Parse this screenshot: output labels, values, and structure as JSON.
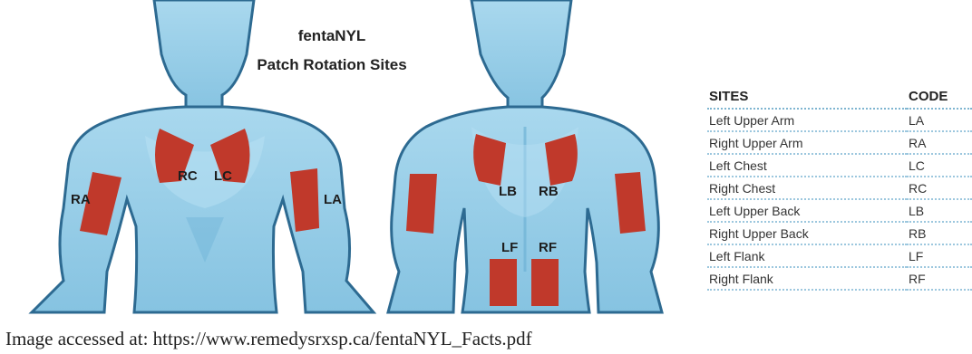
{
  "title": {
    "line1": "fentaNYL",
    "line2": "Patch Rotation Sites"
  },
  "front_labels": {
    "ra": "RA",
    "rc": "RC",
    "lc": "LC",
    "la": "LA"
  },
  "back_labels": {
    "lb": "LB",
    "rb": "RB",
    "lf": "LF",
    "rf": "RF"
  },
  "table": {
    "header_sites": "SITES",
    "header_code": "CODE",
    "rows": [
      {
        "site": "Left Upper Arm",
        "code": "LA"
      },
      {
        "site": "Right Upper Arm",
        "code": "RA"
      },
      {
        "site": "Left Chest",
        "code": "LC"
      },
      {
        "site": "Right Chest",
        "code": "RC"
      },
      {
        "site": "Left Upper Back",
        "code": "LB"
      },
      {
        "site": "Right Upper Back",
        "code": "RB"
      },
      {
        "site": "Left Flank",
        "code": "LF"
      },
      {
        "site": "Right Flank",
        "code": "RF"
      }
    ]
  },
  "caption": "Image accessed at: https://www.remedysrxsp.ca/fentaNYL_Facts.pdf",
  "colors": {
    "body_outline": "#2d6a91",
    "body_fill": "#8ecae6",
    "body_highlight": "#b9e1f3",
    "patch": "#c0392b"
  }
}
